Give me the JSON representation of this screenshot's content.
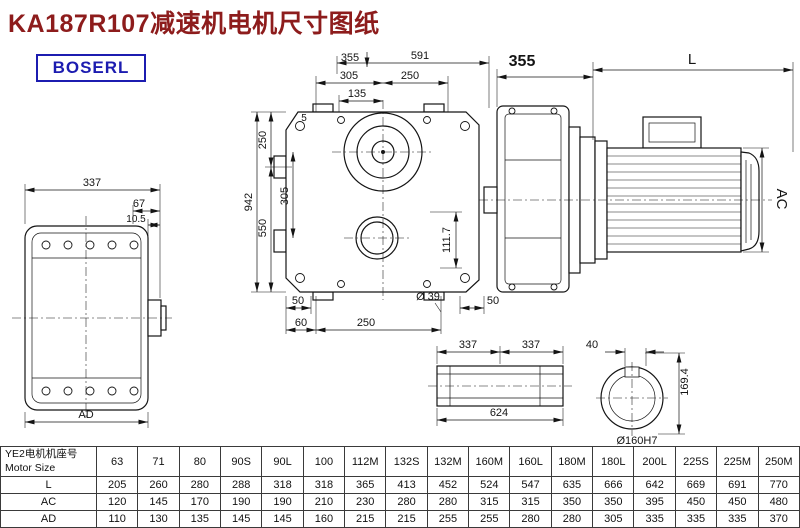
{
  "page": {
    "title": "KA187R107减速机电机尺寸图纸",
    "logo": "BOSERL"
  },
  "colors": {
    "title_red": "#8d1c1c",
    "logo_blue": "#1c1cb0",
    "ink": "#141414"
  },
  "front_view": {
    "offset_355": "355",
    "width_591": "591",
    "d305": "305",
    "d250_top": "250",
    "d135": "135",
    "d250_left": "250",
    "d5": "5",
    "d305_left": "305",
    "d550": "550",
    "d942": "942",
    "d111_7": "111.7",
    "d50_bl": "50",
    "d60": "60",
    "d250_bottom": "250",
    "dia39": "Ø 39",
    "d50_br": "50"
  },
  "motor_view": {
    "d355": "355",
    "dL": "L",
    "dAC": "AC"
  },
  "side_view": {
    "d337": "337",
    "d67": "67",
    "d10_5": "10.5",
    "dAD": "AD"
  },
  "shaft_view": {
    "d337_left": "337",
    "d337_right": "337",
    "d624": "624"
  },
  "bore_view": {
    "d40": "40",
    "d169_4": "169.4",
    "dia160": "Ø160H7"
  },
  "table": {
    "row_header": {
      "cn": "YE2电机机座号",
      "en": "Motor Size"
    },
    "columns": [
      "63",
      "71",
      "80",
      "90S",
      "90L",
      "100",
      "112M",
      "132S",
      "132M",
      "160M",
      "160L",
      "180M",
      "180L",
      "200L",
      "225S",
      "225M",
      "250M"
    ],
    "rows": [
      {
        "label": "L",
        "values": [
          "205",
          "260",
          "280",
          "288",
          "318",
          "318",
          "365",
          "413",
          "452",
          "524",
          "547",
          "635",
          "666",
          "642",
          "669",
          "691",
          "770"
        ]
      },
      {
        "label": "AC",
        "values": [
          "120",
          "145",
          "170",
          "190",
          "190",
          "210",
          "230",
          "280",
          "280",
          "315",
          "315",
          "350",
          "350",
          "395",
          "450",
          "450",
          "480"
        ]
      },
      {
        "label": "AD",
        "values": [
          "110",
          "130",
          "135",
          "145",
          "145",
          "160",
          "215",
          "215",
          "255",
          "255",
          "280",
          "280",
          "305",
          "335",
          "335",
          "335",
          "370"
        ]
      }
    ]
  }
}
